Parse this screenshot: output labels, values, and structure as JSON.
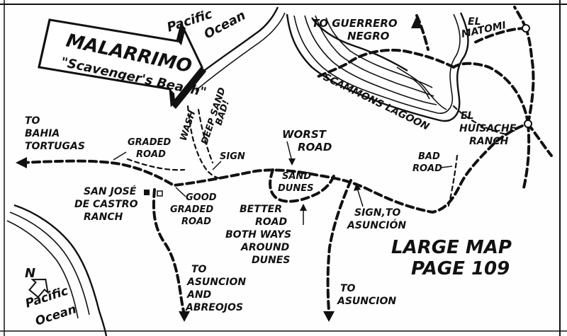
{
  "malarrimo": {
    "title": "MALARRIMO",
    "subtitle": "\"Scavenger's Beach\""
  },
  "water": {
    "pacific_top_1": "Pacific",
    "pacific_top_2": "Ocean",
    "pacific_bottom_1": "Pacific",
    "pacific_bottom_2": "Ocean",
    "lagoon": "SCAMMONS LAGOON"
  },
  "places": {
    "guerrero_1": "TO GUERRERO",
    "guerrero_2": "NEGRO",
    "matomi_1": "EL",
    "matomi_2": "MATOMI",
    "huisache_1": "EL",
    "huisache_2": "HUISACHE",
    "huisache_3": "RANCH",
    "bahia_1": "TO",
    "bahia_2": "BAHIA",
    "bahia_3": "TORTUGAS",
    "sanjose_1": "SAN JOSÉ",
    "sanjose_2": "DE CASTRO",
    "sanjose_3": "RANCH"
  },
  "notes": {
    "wash": "WASH",
    "deep_1": "DEEP SAND",
    "deep_2": "BAD!",
    "graded_1": "GRADED",
    "graded_2": "ROAD",
    "sign": "SIGN",
    "worst_1": "WORST",
    "worst_2": "ROAD",
    "sand_1": "SAND",
    "sand_2": "DUNES",
    "bad_1": "BAD",
    "bad_2": "ROAD",
    "good_1": "GOOD",
    "good_2": "GRADED",
    "good_3": "ROAD",
    "better_1": "BETTER",
    "better_2": "ROAD",
    "better_3": "BOTH WAYS",
    "better_4": "AROUND",
    "better_5": "DUNES",
    "signto_1": "SIGN,TO",
    "signto_2": "ASUNCIÓN",
    "asun_ab_1": "TO",
    "asun_ab_2": "ASUNCION",
    "asun_ab_3": "AND",
    "asun_ab_4": "ABREOJOS",
    "asun_2_1": "TO",
    "asun_2_2": "ASUNCION"
  },
  "reference": {
    "line1": "LARGE MAP",
    "line2": "PAGE 109"
  },
  "compass": {
    "north": "N"
  }
}
